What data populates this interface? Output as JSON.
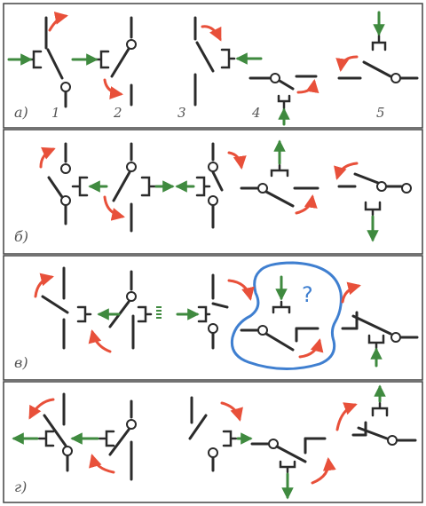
{
  "panels": [
    {
      "id": "a",
      "label": "а)",
      "numbers": [
        "1",
        "2",
        "3",
        "4",
        "5"
      ]
    },
    {
      "id": "b",
      "label": "б)"
    },
    {
      "id": "v",
      "label": "в)",
      "question": "?"
    },
    {
      "id": "g",
      "label": "г)"
    }
  ],
  "colors": {
    "frame": "#444444",
    "line": "#2b2b2b",
    "arrow_red": "#e8503a",
    "arrow_green": "#3f8a3f",
    "highlight_blue": "#3f7fd0",
    "label": "#555555"
  },
  "icons": [
    "push-arrow-green",
    "motion-arrow-red",
    "contact-switch"
  ]
}
